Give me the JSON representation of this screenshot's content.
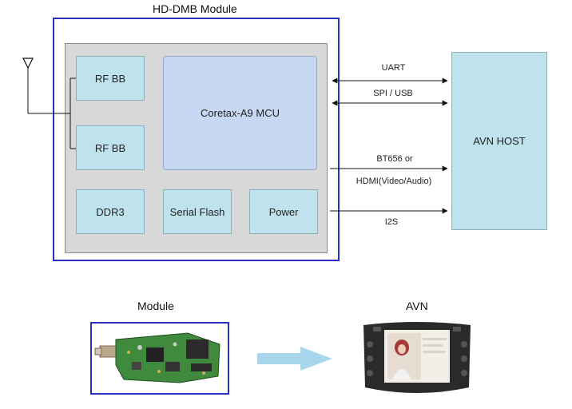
{
  "diagram": {
    "module_title": "HD-DMB Module",
    "blocks": {
      "rf_bb_1": "RF BB",
      "rf_bb_2": "RF BB",
      "mcu": "Coretax-A9 MCU",
      "ddr3": "DDR3",
      "serial_flash": "Serial Flash",
      "power": "Power"
    },
    "host": "AVN HOST",
    "links": {
      "uart": "UART",
      "spi_usb": "SPI / USB",
      "bt656": "BT656 or",
      "hdmi": "HDMI(Video/Audio)",
      "i2s": "I2S"
    }
  },
  "photos": {
    "module_caption": "Module",
    "avn_caption": "AVN"
  },
  "colors": {
    "frame_blue": "#2a2fbf",
    "block_fill": "#bfe3ec",
    "mcu_fill": "#c7d8f3",
    "board_gray": "#d8d8d8",
    "arrow_fill": "#a8d6ec"
  },
  "icons": {
    "antenna": "antenna-icon",
    "flow_arrow": "right-arrow-icon"
  }
}
